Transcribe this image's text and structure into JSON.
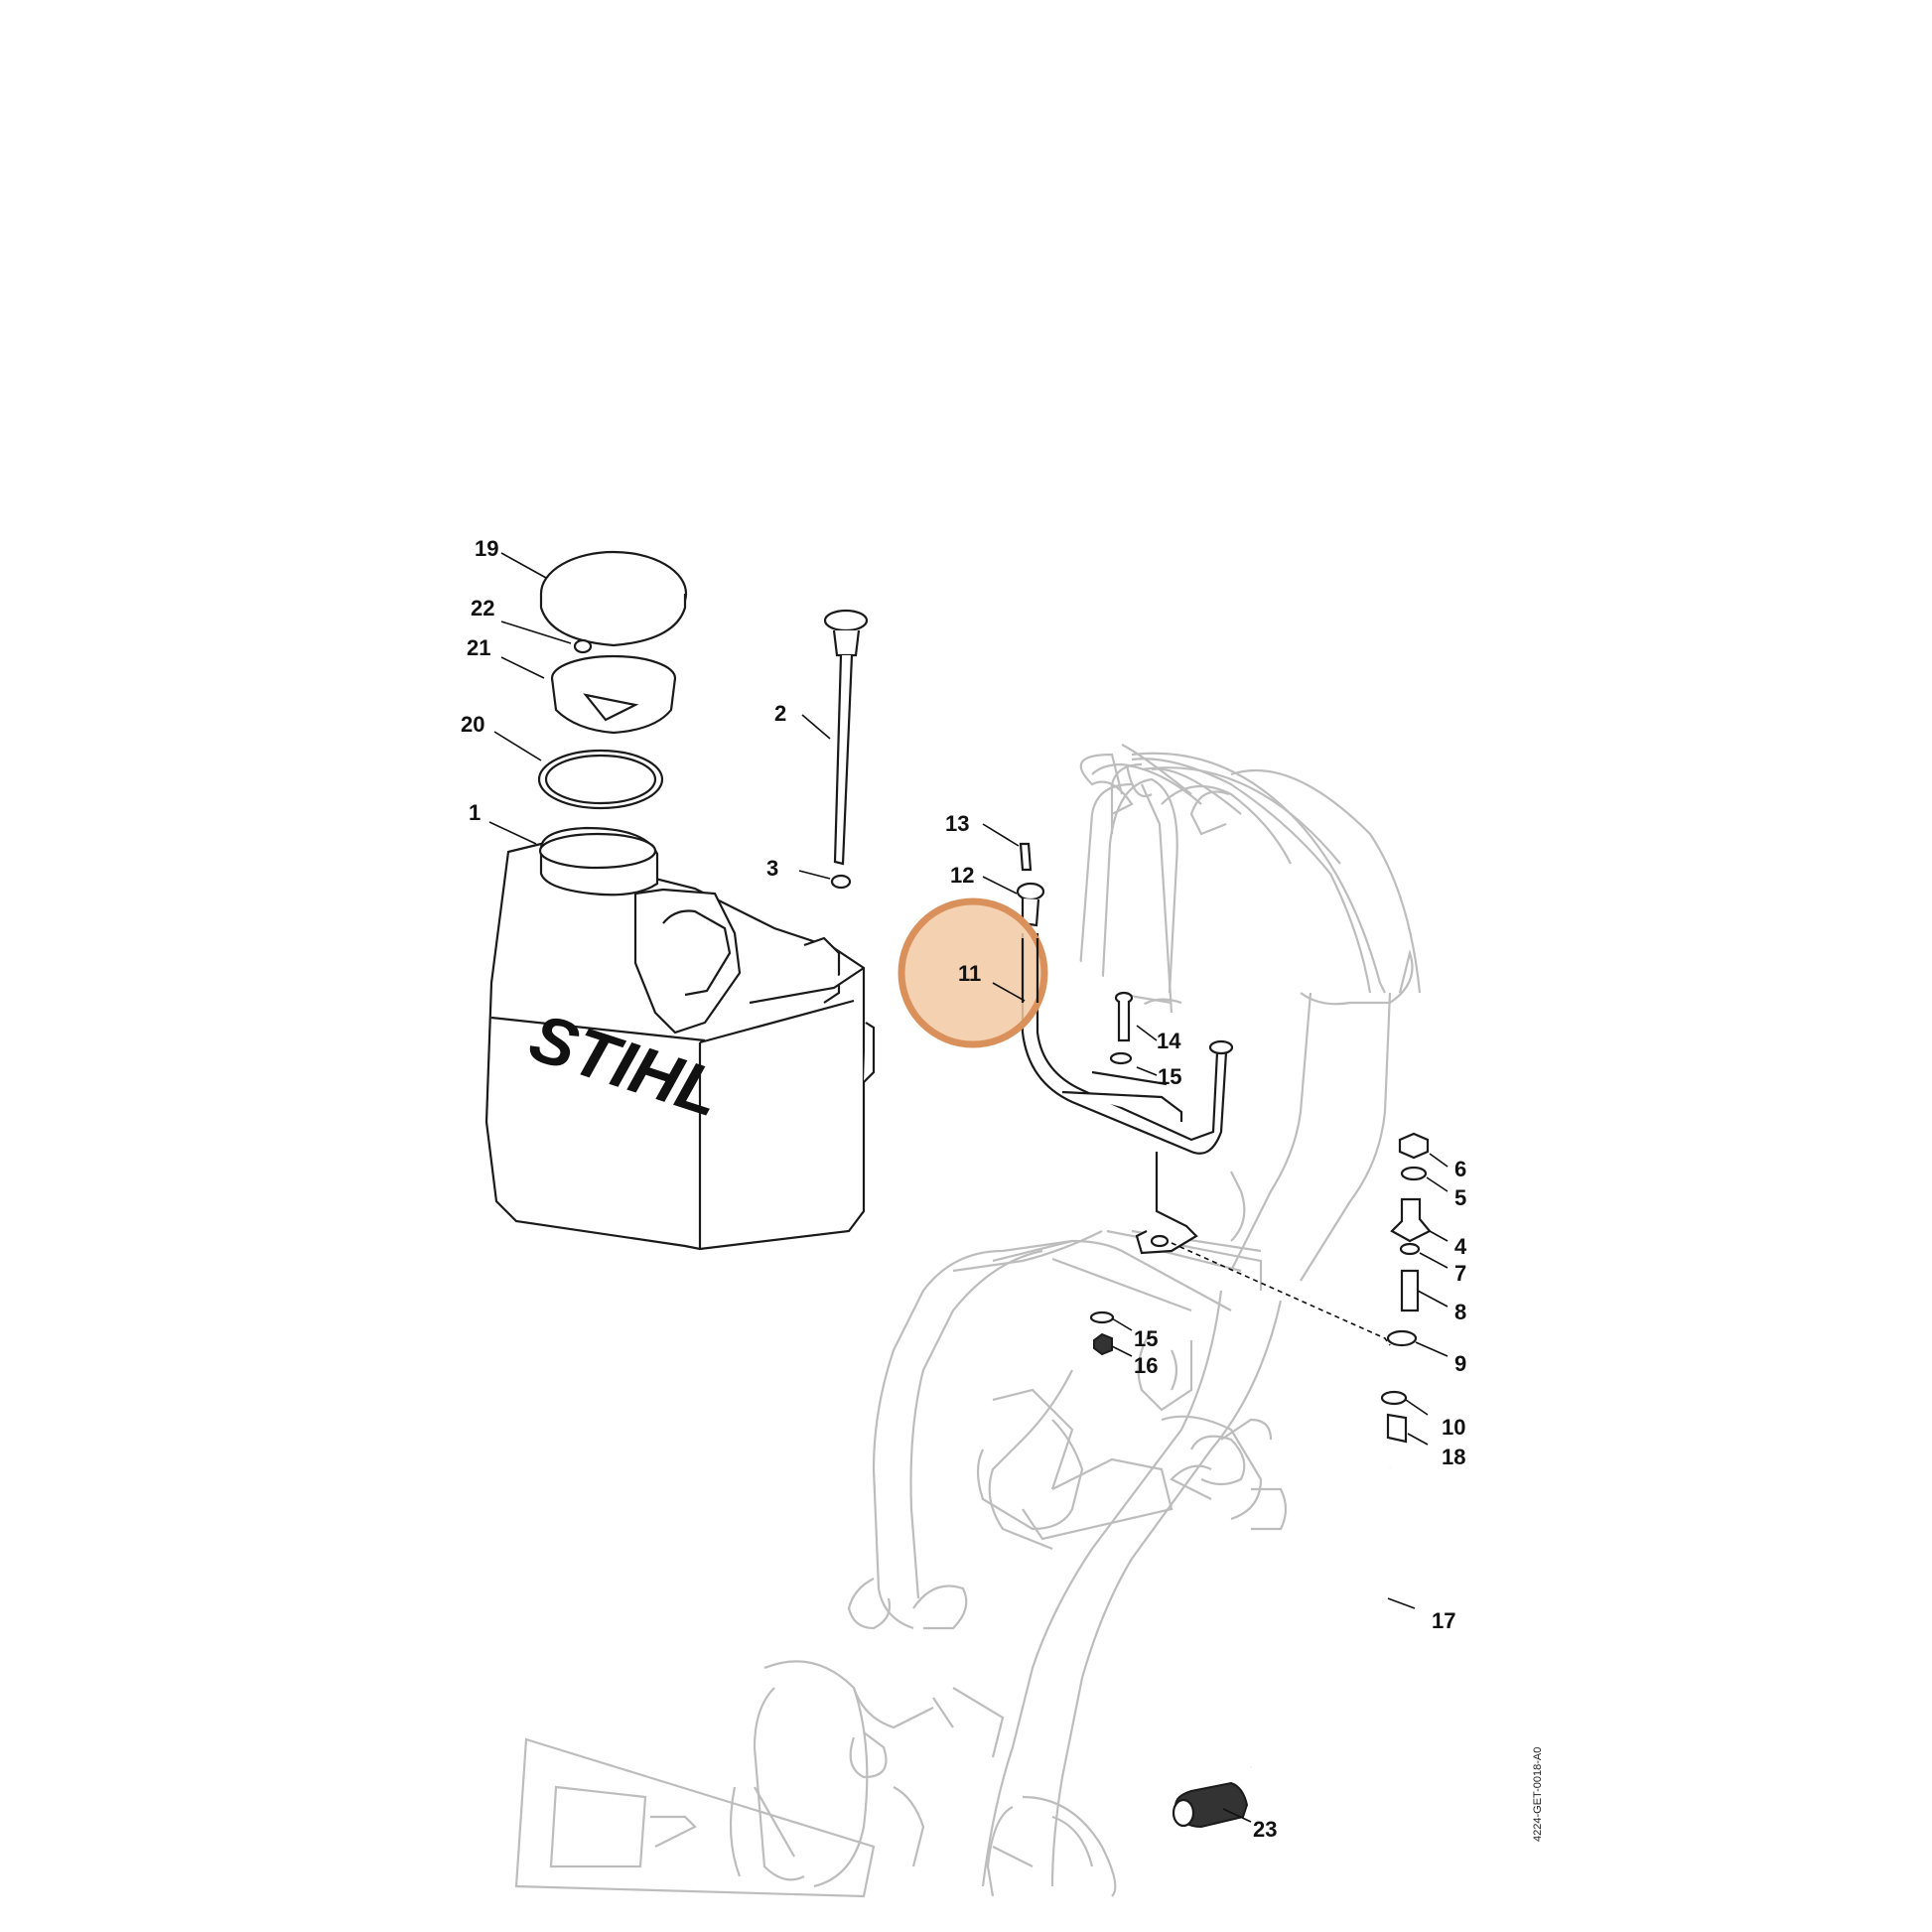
{
  "diagram": {
    "brand_logo_text": "STIHL",
    "document_code": "4224-GET-0018-A0",
    "highlight": {
      "part_number": "11",
      "color": "#d9905a",
      "fill": "#f2c9a3"
    },
    "callouts": [
      {
        "number": "19"
      },
      {
        "number": "22"
      },
      {
        "number": "21"
      },
      {
        "number": "20"
      },
      {
        "number": "1"
      },
      {
        "number": "2"
      },
      {
        "number": "3"
      },
      {
        "number": "13"
      },
      {
        "number": "12"
      },
      {
        "number": "11"
      },
      {
        "number": "14"
      },
      {
        "number": "15"
      },
      {
        "number": "6"
      },
      {
        "number": "5"
      },
      {
        "number": "4"
      },
      {
        "number": "7"
      },
      {
        "number": "8"
      },
      {
        "number": "9"
      },
      {
        "number": "15"
      },
      {
        "number": "16"
      },
      {
        "number": "10"
      },
      {
        "number": "18"
      },
      {
        "number": "17"
      },
      {
        "number": "23"
      }
    ]
  }
}
